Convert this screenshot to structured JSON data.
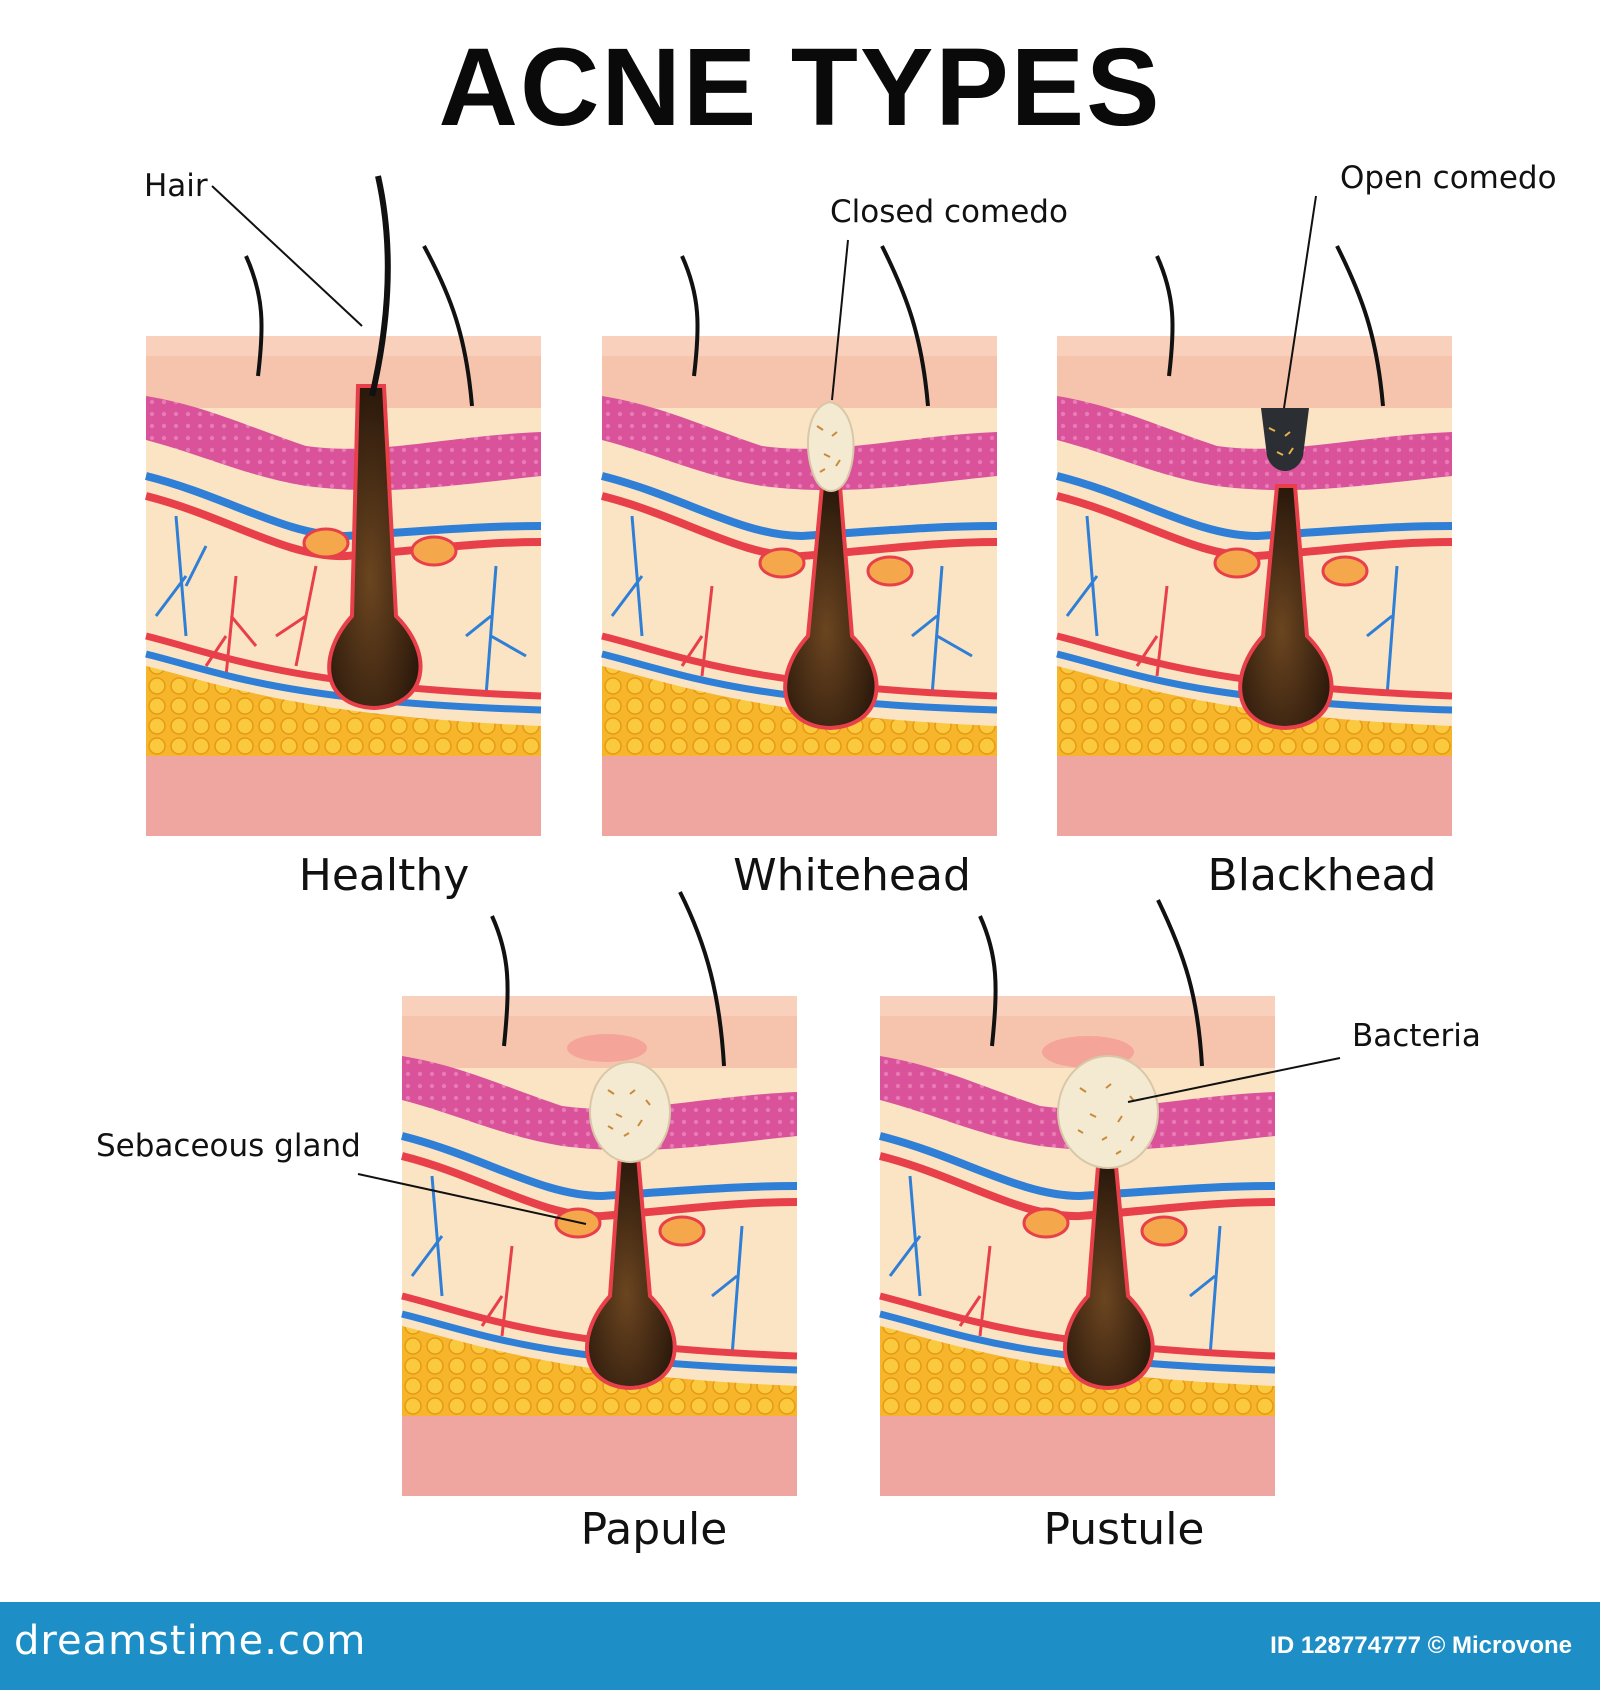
{
  "title": "ACNE TYPES",
  "panels": [
    {
      "caption": "Healthy"
    },
    {
      "caption": "Whitehead"
    },
    {
      "caption": "Blackhead"
    },
    {
      "caption": "Papule"
    },
    {
      "caption": "Pustule"
    }
  ],
  "callouts": {
    "hair": "Hair",
    "closed_comedo": "Closed comedo",
    "open_comedo": "Open comedo",
    "bacteria": "Bacteria",
    "sebaceous_gland": "Sebaceous gland"
  },
  "footer": {
    "brand": "dreamstime.com",
    "credit": "ID 128774777 © Microvone"
  },
  "colors": {
    "surface": "#f6c4ac",
    "epidermis": "#d9529a",
    "dermis": "#fbe4c4",
    "fat": "#f6b52a",
    "base": "#f0a6a0",
    "artery": "#e8404a",
    "vein": "#2f7fd6",
    "follicle": "#3a2414",
    "footer": "#1e8fc6"
  }
}
